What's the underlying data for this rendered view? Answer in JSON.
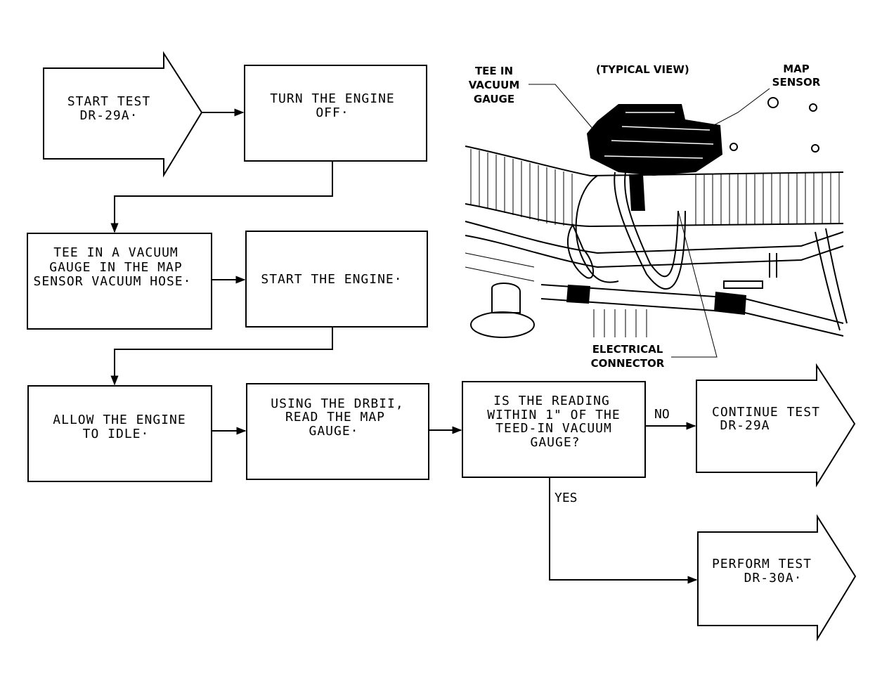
{
  "flowchart": {
    "start": [
      "START TEST",
      "DR-29A·"
    ],
    "step_turn_off": [
      "TURN THE ENGINE",
      "OFF·"
    ],
    "step_tee_gauge": [
      "TEE IN A VACUUM",
      "GAUGE IN THE MAP",
      "SENSOR VACUUM HOSE·"
    ],
    "step_start_engine": [
      "START THE ENGINE·"
    ],
    "step_idle": [
      "ALLOW THE ENGINE",
      "TO IDLE·"
    ],
    "step_read_map": [
      "USING THE DRBII,",
      "READ THE MAP",
      "GAUGE·"
    ],
    "decision": [
      "IS THE READING",
      "WITHIN 1\" OF THE",
      "TEED-IN VACUUM",
      "GAUGE?"
    ],
    "label_no": "NO",
    "label_yes": "YES",
    "end_continue": [
      "CONTINUE TEST",
      "DR-29A"
    ],
    "end_perform": [
      "PERFORM TEST",
      "DR-30A·"
    ]
  },
  "illustration": {
    "title": "(TYPICAL VIEW)",
    "callout_tee": [
      "TEE IN",
      "VACUUM",
      "GAUGE"
    ],
    "callout_map": [
      "MAP",
      "SENSOR"
    ],
    "callout_connector": [
      "ELECTRICAL",
      "CONNECTOR"
    ]
  }
}
